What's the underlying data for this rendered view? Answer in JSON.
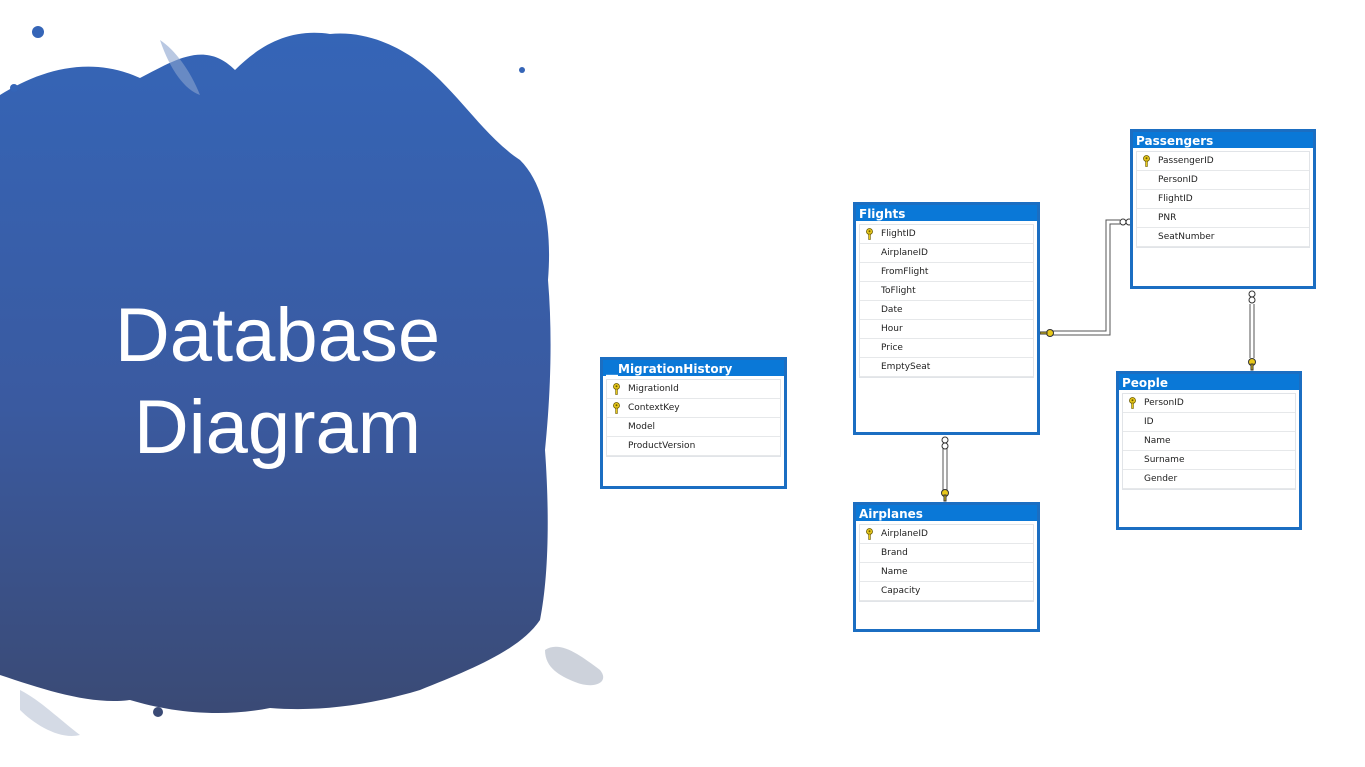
{
  "slide": {
    "title_line1": "Database",
    "title_line2": "Diagram",
    "accent_color": "#2f5ba8",
    "accent_dark": "#3a4a78"
  },
  "tables": {
    "migration": {
      "name": "__MigrationHistory",
      "columns": [
        {
          "name": "MigrationId",
          "key": true
        },
        {
          "name": "ContextKey",
          "key": true
        },
        {
          "name": "Model",
          "key": false
        },
        {
          "name": "ProductVersion",
          "key": false
        }
      ]
    },
    "flights": {
      "name": "Flights",
      "columns": [
        {
          "name": "FlightID",
          "key": true
        },
        {
          "name": "AirplaneID",
          "key": false
        },
        {
          "name": "FromFlight",
          "key": false
        },
        {
          "name": "ToFlight",
          "key": false
        },
        {
          "name": "Date",
          "key": false
        },
        {
          "name": "Hour",
          "key": false
        },
        {
          "name": "Price",
          "key": false
        },
        {
          "name": "EmptySeat",
          "key": false
        }
      ]
    },
    "airplanes": {
      "name": "Airplanes",
      "columns": [
        {
          "name": "AirplaneID",
          "key": true
        },
        {
          "name": "Brand",
          "key": false
        },
        {
          "name": "Name",
          "key": false
        },
        {
          "name": "Capacity",
          "key": false
        }
      ]
    },
    "passengers": {
      "name": "Passengers",
      "columns": [
        {
          "name": "PassengerID",
          "key": true
        },
        {
          "name": "PersonID",
          "key": false
        },
        {
          "name": "FlightID",
          "key": false
        },
        {
          "name": "PNR",
          "key": false
        },
        {
          "name": "SeatNumber",
          "key": false
        }
      ]
    },
    "people": {
      "name": "People",
      "columns": [
        {
          "name": "PersonID",
          "key": true
        },
        {
          "name": "ID",
          "key": false
        },
        {
          "name": "Name",
          "key": false
        },
        {
          "name": "Surname",
          "key": false
        },
        {
          "name": "Gender",
          "key": false
        }
      ]
    }
  },
  "colors": {
    "table_header": "#0a78d7",
    "table_border": "#1b6ec2",
    "key_icon": "#e8c81a",
    "connector": "#555555"
  },
  "icons": {
    "primary_key": "key-icon",
    "one_end": "key-icon",
    "many_end": "infinity-icon"
  }
}
